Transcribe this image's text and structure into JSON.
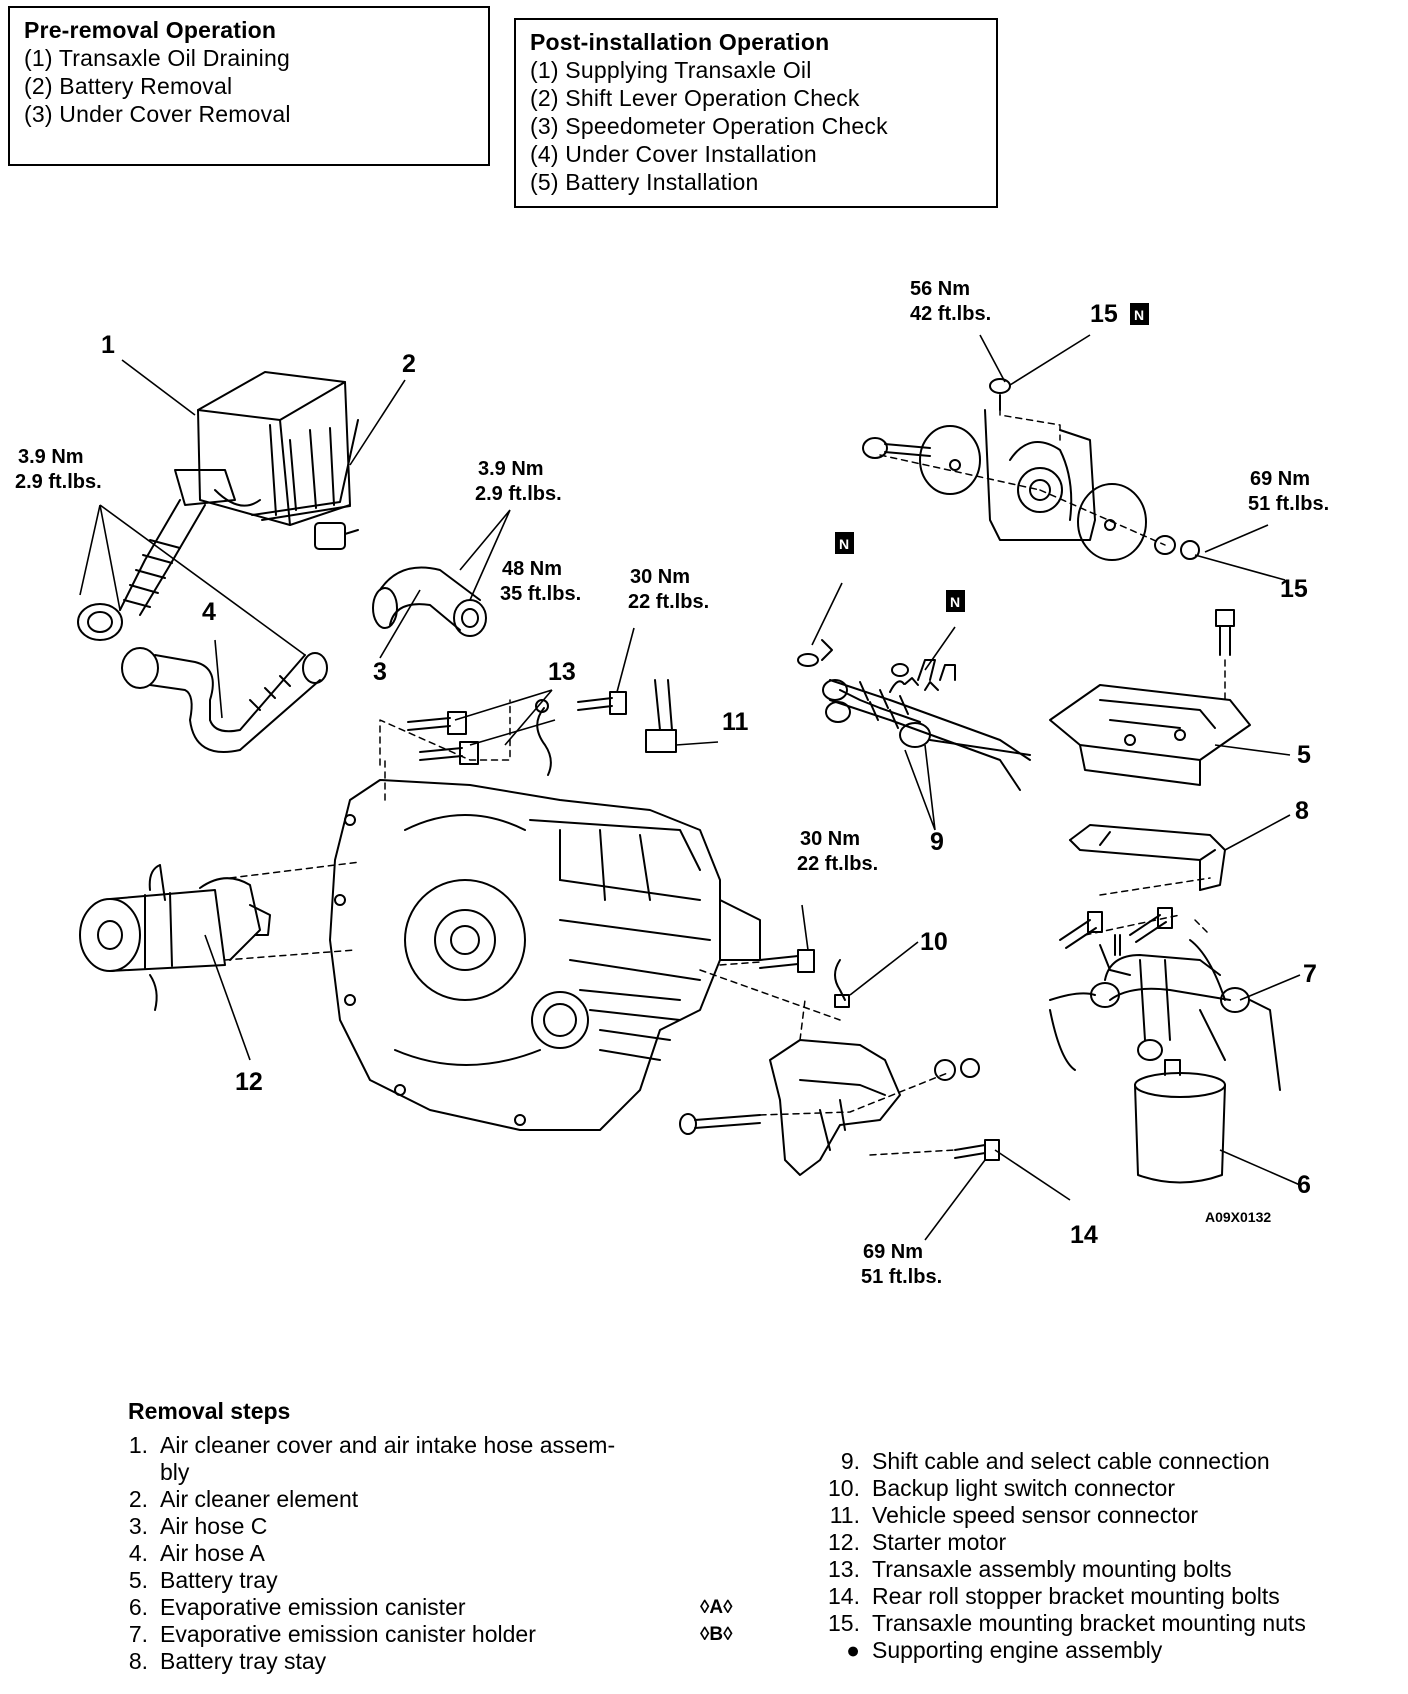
{
  "pre_removal": {
    "title": "Pre-removal Operation",
    "items": [
      "(1)  Transaxle  Oil  Draining",
      "(2)  Battery Removal",
      "(3)  Under  Cover  Removal"
    ]
  },
  "post_installation": {
    "title": "Post-installation Operation",
    "items": [
      "(1)  Supplying  Transaxle  Oil",
      "(2)  Shift Lever Operation Check",
      "(3)  Speedometer Operation Check",
      "(4)  Under  Cover  Installation",
      "(5)  Battery Installation"
    ]
  },
  "diagram": {
    "callouts": [
      "1",
      "2",
      "3",
      "4",
      "5",
      "6",
      "7",
      "8",
      "9",
      "10",
      "11",
      "12",
      "13",
      "14",
      "15",
      "15"
    ],
    "torques": [
      {
        "nm": "3.9 Nm",
        "ftlbs": "2.9 ft.lbs."
      },
      {
        "nm": "3.9 Nm",
        "ftlbs": "2.9 ft.lbs."
      },
      {
        "nm": "48 Nm",
        "ftlbs": "35 ft.lbs."
      },
      {
        "nm": "30 Nm",
        "ftlbs": "22 ft.lbs."
      },
      {
        "nm": "56 Nm",
        "ftlbs": "42 ft.lbs."
      },
      {
        "nm": "69 Nm",
        "ftlbs": "51 ft.lbs."
      },
      {
        "nm": "30 Nm",
        "ftlbs": "22 ft.lbs."
      },
      {
        "nm": "69 Nm",
        "ftlbs": "51 ft.lbs."
      }
    ],
    "new_part_mark": "N",
    "figure_code": "A09X0132"
  },
  "removal_steps": {
    "title": "Removal steps",
    "left": [
      {
        "num": "1.",
        "text": "Air cleaner cover and air intake hose assem-",
        "tag": ""
      },
      {
        "num": "",
        "text": "bly",
        "tag": ""
      },
      {
        "num": "2.",
        "text": "Air  cleaner  element",
        "tag": ""
      },
      {
        "num": "3.",
        "text": "Air  hose  C",
        "tag": ""
      },
      {
        "num": "4.",
        "text": "Air  hose  A",
        "tag": ""
      },
      {
        "num": "5.",
        "text": "Battery  tray",
        "tag": ""
      },
      {
        "num": "6.",
        "text": "Evaporative  emission  canister",
        "tag": "◊A◊"
      },
      {
        "num": "7.",
        "text": "Evaporative  emission  canister  holder",
        "tag": "◊B◊"
      },
      {
        "num": "8.",
        "text": "Battery  tray  stay",
        "tag": ""
      }
    ],
    "right": [
      {
        "num": "9.",
        "text": "Shift  cable  and  select  cable  connection"
      },
      {
        "num": "10.",
        "text": "Backup  light  switch  connector"
      },
      {
        "num": "11.",
        "text": "Vehicle  speed  sensor  connector"
      },
      {
        "num": "12.",
        "text": "Starter  motor"
      },
      {
        "num": "13.",
        "text": "Transaxle  assembly  mounting  bolts"
      },
      {
        "num": "14.",
        "text": "Rear  roll  stopper  bracket  mounting  bolts"
      },
      {
        "num": "15.",
        "text": "Transaxle  mounting  bracket  mounting  nuts"
      },
      {
        "num": "●",
        "text": "Supporting  engine  assembly"
      }
    ]
  }
}
